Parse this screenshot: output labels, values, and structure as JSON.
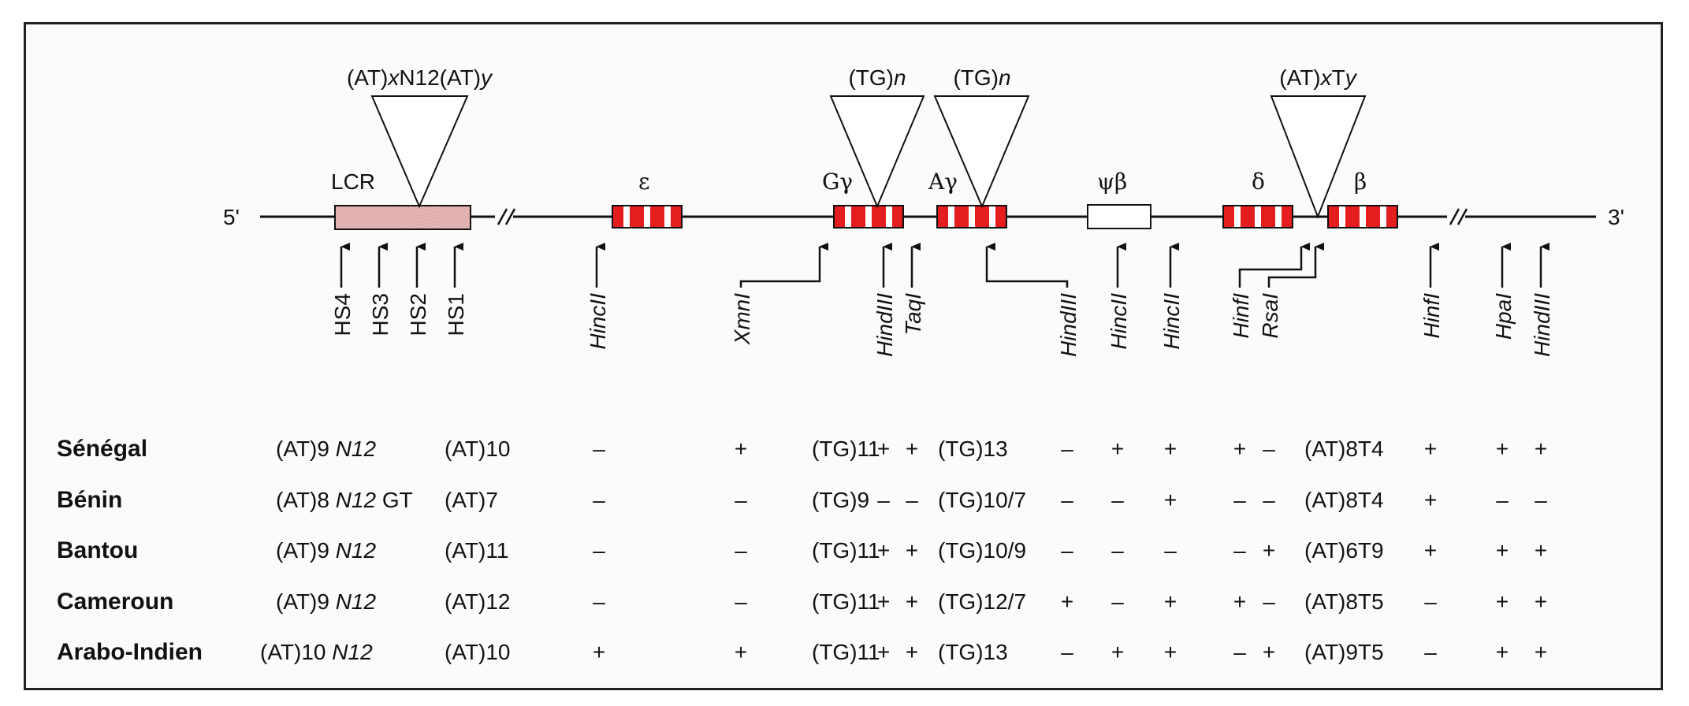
{
  "map": {
    "end5": "5'",
    "end3": "3'",
    "repeat_labels": {
      "lcr": [
        "(AT)",
        "x",
        "N12(AT)",
        "y"
      ],
      "ggamma": [
        "(TG)",
        "n"
      ],
      "agamma": [
        "(TG)",
        "n"
      ],
      "beta": [
        "(AT)",
        "x",
        "T",
        "y"
      ]
    },
    "gene_labels": {
      "lcr": "LCR",
      "epsilon": "ε",
      "ggamma": "Gγ",
      "agamma": "Aγ",
      "psibeta": "ψβ",
      "delta": "δ",
      "beta": "β"
    },
    "hs_sites": [
      "HS4",
      "HS3",
      "HS2",
      "HS1"
    ],
    "restriction_sites": [
      "HincII",
      "XmnI",
      "HindIII",
      "TaqI",
      "HindIII",
      "HincII",
      "HincII",
      "HinfI",
      "RsaI",
      "HinfI",
      "HpaI",
      "HindIII"
    ]
  },
  "populations": [
    {
      "name": "Sénégal",
      "at1": "(AT)9",
      "n12": "N12",
      "gt": "",
      "at2": "(AT)10",
      "cells": [
        "–",
        "+",
        "(TG)11",
        "+",
        "+",
        "(TG)13",
        "–",
        "+",
        "+",
        "+",
        "–",
        "(AT)8T4",
        "+",
        "+",
        "+"
      ]
    },
    {
      "name": "Bénin",
      "at1": "(AT)8",
      "n12": "N12",
      "gt": "GT",
      "at2": "(AT)7",
      "cells": [
        "–",
        "–",
        "(TG)9",
        "–",
        "–",
        "(TG)10/7",
        "–",
        "–",
        "+",
        "–",
        "–",
        "(AT)8T4",
        "+",
        "–",
        "–"
      ]
    },
    {
      "name": "Bantou",
      "at1": "(AT)9",
      "n12": "N12",
      "gt": "",
      "at2": "(AT)11",
      "cells": [
        "–",
        "–",
        "(TG)11",
        "+",
        "+",
        "(TG)10/9",
        "–",
        "–",
        "–",
        "–",
        "+",
        "(AT)6T9",
        "+",
        "+",
        "+"
      ]
    },
    {
      "name": "Cameroun",
      "at1": "(AT)9",
      "n12": "N12",
      "gt": "",
      "at2": "(AT)12",
      "cells": [
        "–",
        "–",
        "(TG)11",
        "+",
        "+",
        "(TG)12/7",
        "+",
        "–",
        "+",
        "+",
        "–",
        "(AT)8T5",
        "–",
        "+",
        "+"
      ]
    },
    {
      "name": "Arabo-Indien",
      "at1": "(AT)10",
      "n12": "N12",
      "gt": "",
      "at2": "(AT)10",
      "cells": [
        "+",
        "+",
        "(TG)11",
        "+",
        "+",
        "(TG)13",
        "–",
        "+",
        "+",
        "–",
        "+",
        "(AT)9T5",
        "–",
        "+",
        "+"
      ]
    }
  ],
  "colors": {
    "exon": "#e41e1e",
    "lcr_fill": "#e7b6b7",
    "line": "#111111"
  }
}
